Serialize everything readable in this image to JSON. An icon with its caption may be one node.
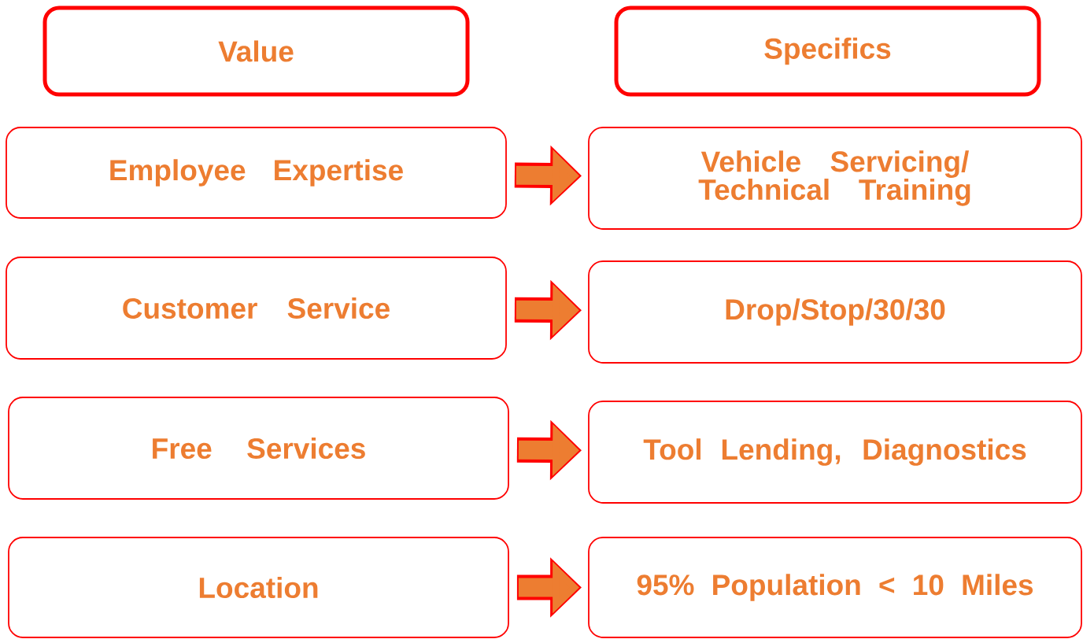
{
  "diagram": {
    "nodes": [
      {
        "text": [
          "Value"
        ]
      },
      {
        "text": [
          "Specifics"
        ]
      },
      {
        "text": [
          "Employee Expertise"
        ]
      },
      {
        "text": [
          "Vehicle Servicing/ Technical Training"
        ]
      },
      {
        "text": [
          "Customer Service"
        ]
      },
      {
        "text": [
          "Drop/Stop/30/30"
        ]
      },
      {
        "text": [
          "Free Services"
        ]
      },
      {
        "text": [
          "Tool Lending, Diagnostics"
        ]
      },
      {
        "text": [
          "Location"
        ]
      },
      {
        "text": [
          "95% Population < 10 Miles"
        ]
      }
    ],
    "edges": [
      {
        "from": 2,
        "to": 3,
        "arrow": "to"
      },
      {
        "from": 4,
        "to": 5,
        "arrow": "to"
      },
      {
        "from": 6,
        "to": 7,
        "arrow": "to"
      },
      {
        "from": 8,
        "to": 9,
        "arrow": "to"
      }
    ]
  }
}
